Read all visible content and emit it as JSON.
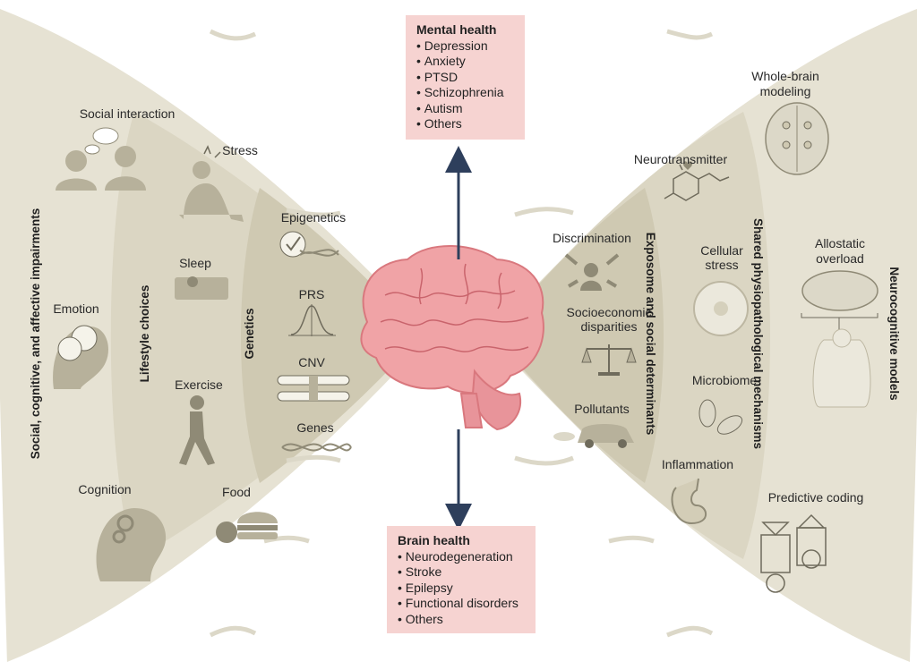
{
  "mental_health": {
    "title": "Mental health",
    "items": [
      "Depression",
      "Anxiety",
      "PTSD",
      "Schizophrenia",
      "Autism",
      "Others"
    ]
  },
  "brain_health": {
    "title": "Brain health",
    "items": [
      "Neurodegeneration",
      "Stroke",
      "Epilepsy",
      "Functional disorders",
      "Others"
    ]
  },
  "left": {
    "outer_title": "Social, cognitive, and affective impairments",
    "outer_items": [
      "Social interaction",
      "Emotion",
      "Cognition"
    ],
    "middle_title": "Lifestyle choices",
    "middle_items": [
      "Stress",
      "Sleep",
      "Exercise",
      "Food"
    ],
    "inner_title": "Genetics",
    "inner_items": [
      "Epigenetics",
      "PRS",
      "CNV",
      "Genes"
    ]
  },
  "right": {
    "inner_title": "Exposome and social determinants",
    "inner_items": [
      "Discrimination",
      "Socioeconomic",
      "disparities",
      "Pollutants"
    ],
    "middle_title": "Shared physiopathological mechanisms",
    "middle_items": [
      "Neurotransmitter",
      "Cellular",
      "stress",
      "Microbiome",
      "Inflammation"
    ],
    "outer_title": "Neurocognitive models",
    "outer_items": [
      "Whole-brain",
      "modeling",
      "Allostatic",
      "overload",
      "Predictive coding"
    ]
  },
  "colors": {
    "band_outer": "#e6e2d3",
    "band_middle": "#dbd6c3",
    "band_inner": "#cfc9b2",
    "icon": "#b7b19b",
    "box": "#f6d3d1",
    "brain": "#f0a3a6",
    "arrow": "#2e3f5c"
  }
}
